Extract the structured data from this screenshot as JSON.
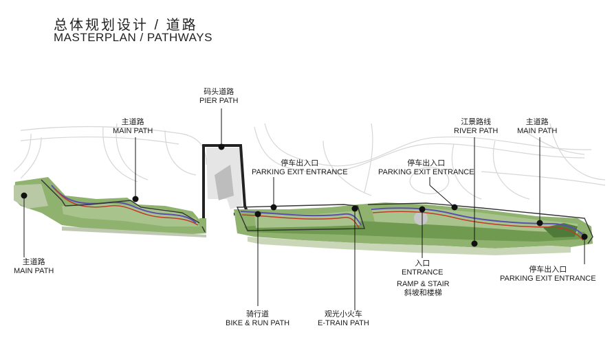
{
  "title": {
    "cn": "总体规划设计 / 道路",
    "en": "MASTERPLAN / PATHWAYS"
  },
  "labels": {
    "pier_path": {
      "cn": "码头道路",
      "en": "PIER PATH"
    },
    "main_path_top_left": {
      "cn": "主道路",
      "en": "MAIN PATH"
    },
    "parking_exit_1": {
      "cn": "停车出入口",
      "en": "PARKING  EXIT ENTRANCE"
    },
    "parking_exit_2": {
      "cn": "停车出入口",
      "en": "PARKING  EXIT ENTRANCE"
    },
    "river_path": {
      "cn": "江景路线",
      "en": "RIVER PATH"
    },
    "main_path_top_right": {
      "cn": "主道路",
      "en": "MAIN PATH"
    },
    "main_path_left": {
      "cn": "主道路",
      "en": "MAIN PATH"
    },
    "entrance": {
      "cn": "入口",
      "en": "ENTRANCE"
    },
    "ramp_stair": {
      "en": "RAMP & STAIR",
      "cn": "斜坡和楼梯"
    },
    "parking_exit_3": {
      "cn": "停车出入口",
      "en": "PARKING  EXIT ENTRANCE"
    },
    "bike_run": {
      "cn": "骑行道",
      "en": "BIKE & RUN PATH"
    },
    "e_train": {
      "cn": "观光小火车",
      "en": "E-TRAIN PATH"
    }
  },
  "colors": {
    "park_green": "#8fb26e",
    "lawn_green": "#a8c48c",
    "bike_path": "#c0392b",
    "main_path": "#5a4fb0",
    "outline": "#333333",
    "road": "#d9d9d9"
  }
}
